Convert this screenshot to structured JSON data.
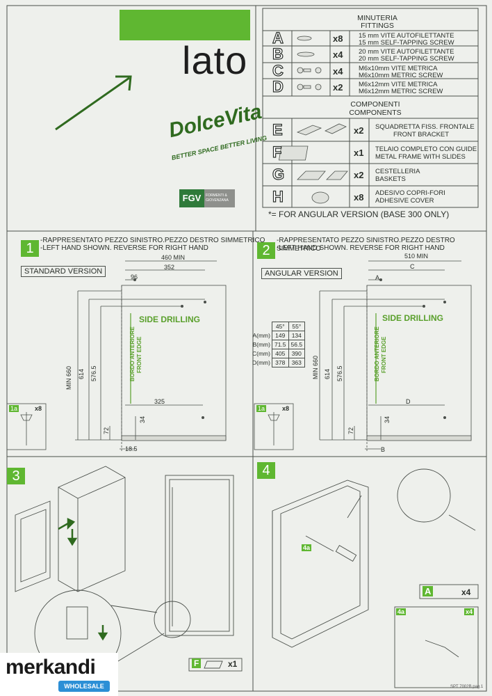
{
  "brand": {
    "name": "lato",
    "product": "DolceVita",
    "tagline": "BETTER SPACE BETTER LIVING",
    "maker": "FORMENTI & GIOVENZANA",
    "maker_short": "FGV"
  },
  "fittings": {
    "title_it": "MINUTERIA",
    "title_en": "FITTINGS",
    "rows": [
      {
        "letter": "A",
        "qty": "x8",
        "desc_it": "15 mm  VITE AUTOFILETTANTE",
        "desc_en": "15 mm  SELF-TAPPING SCREW"
      },
      {
        "letter": "B",
        "qty": "x4",
        "desc_it": "20 mm  VITE AUTOFILETTANTE",
        "desc_en": "20 mm  SELF-TAPPING SCREW"
      },
      {
        "letter": "C",
        "qty": "x4",
        "desc_it": "M6x10mm VITE METRICA",
        "desc_en": "M6x10mm METRIC SCREW"
      },
      {
        "letter": "D",
        "qty": "x2",
        "desc_it": "M6x12mm VITE METRICA",
        "desc_en": "M6x12mm METRIC SCREW"
      }
    ]
  },
  "components": {
    "title_it": "COMPONENTI",
    "title_en": "COMPONENTS",
    "rows": [
      {
        "letter": "E",
        "qty": "x2",
        "desc_it": "SQUADRETTA FISS. FRONTALE",
        "desc_en": "FRONT BRACKET"
      },
      {
        "letter": "F",
        "qty": "x1",
        "desc_it": "TELAIO COMPLETO CON GUIDE",
        "desc_en": "METAL FRAME WITH SLIDES"
      },
      {
        "letter": "G",
        "qty": "x2",
        "desc_it": "CESTELLERIA",
        "desc_en": "BASKETS"
      },
      {
        "letter": "H",
        "qty": "x8",
        "desc_it": "ADESIVO COPRI-FORI",
        "desc_en": "ADHESIVE COVER"
      }
    ],
    "footnote": "*= FOR ANGULAR VERSION (BASE 300 ONLY)"
  },
  "step1": {
    "num": "1",
    "note_it": "-RAPPRESENTATO PEZZO SINISTRO.PEZZO DESTRO SIMMETRICO",
    "note_en": "-LEFT HAND SHOWN. REVERSE FOR RIGHT HAND",
    "version": "STANDARD VERSION",
    "label": "SIDE DRILLING",
    "edge_it": "BORDO ANTERIORE",
    "edge_en": "FRONT EDGE",
    "dims": {
      "w460": "460 MIN",
      "w352": "352",
      "w96": "96",
      "h660": "MIN 660",
      "h614": "614",
      "h576": "576.5",
      "w325": "325",
      "h72": "72",
      "h34": "34",
      "w18": "18.5"
    },
    "fitting": "1a",
    "fitting_qty": "x8"
  },
  "step2": {
    "num": "2",
    "note_it": "-RAPPRESENTATO PEZZO SINISTRO.PEZZO DESTRO SIMMETRICO",
    "note_en": "-LEFT HAND SHOWN. REVERSE FOR RIGHT HAND",
    "version": "ANGULAR VERSION",
    "label": "SIDE DRILLING",
    "edge_it": "BORDO ANTERIORE",
    "edge_en": "FRONT EDGE",
    "dims": {
      "w510": "510 MIN",
      "c": "C",
      "a": "A",
      "h660": "MIN 660",
      "h614": "614",
      "h576": "576.5",
      "d": "D",
      "h72": "72",
      "h34": "34",
      "b": "B"
    },
    "table": {
      "cols": [
        "45°",
        "55°"
      ],
      "rows": [
        {
          "label": "A(mm)",
          "v1": "149",
          "v2": "134"
        },
        {
          "label": "B(mm)",
          "v1": "71.5",
          "v2": "56.5"
        },
        {
          "label": "C(mm)",
          "v1": "405",
          "v2": "390"
        },
        {
          "label": "D(mm)",
          "v1": "378",
          "v2": "363"
        }
      ]
    },
    "fitting": "1a",
    "fitting_qty": "x8"
  },
  "step3": {
    "num": "3",
    "part": "F",
    "qty": "x1"
  },
  "step4": {
    "num": "4",
    "part": "A",
    "qty": "x4",
    "detail": "4a",
    "detail_qty": "x4",
    "callout": "4a"
  },
  "doc_code": "SPT 7002B pag.1",
  "watermark": {
    "name": "merkandi",
    "sub": "WHOLESALE"
  }
}
